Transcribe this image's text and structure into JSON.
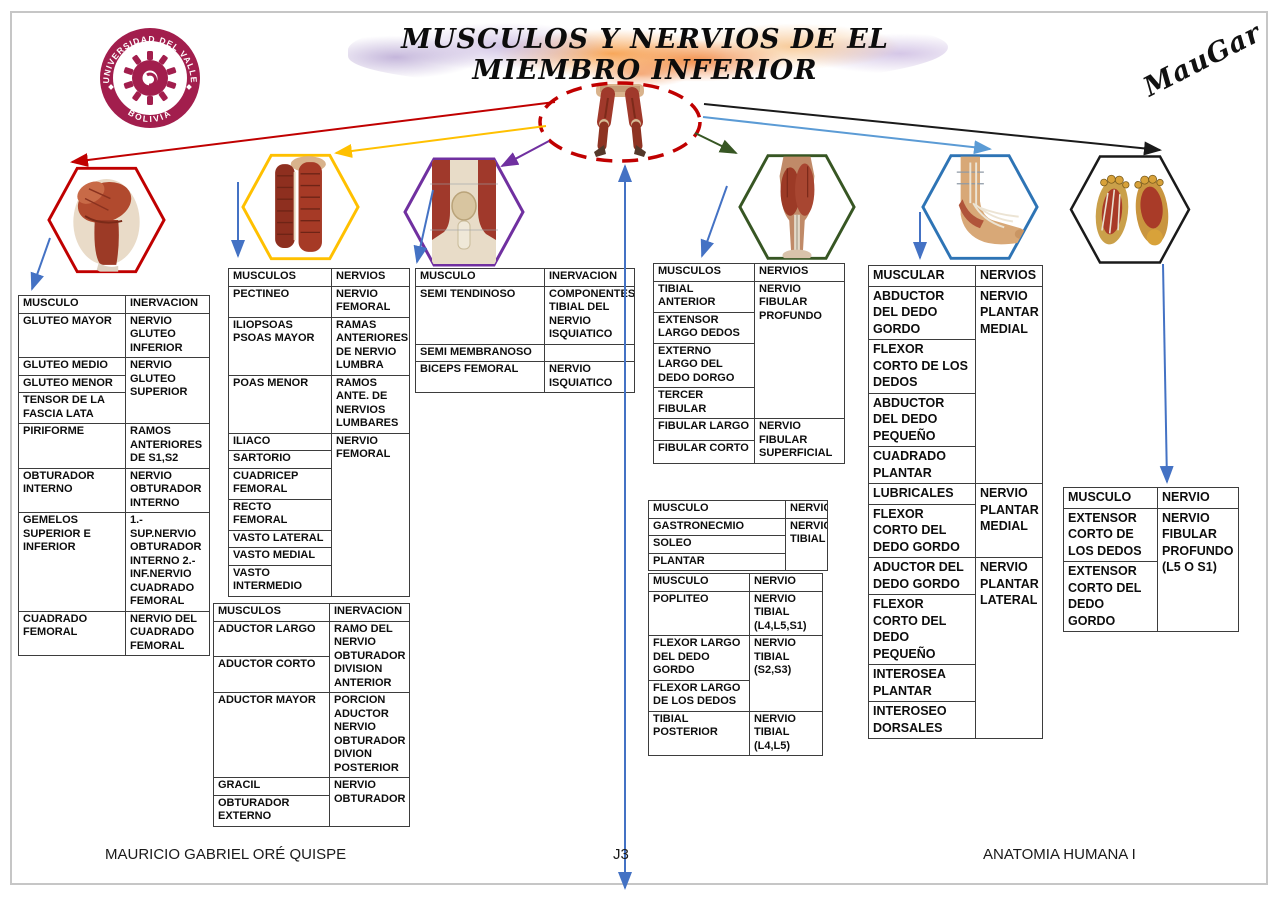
{
  "page": {
    "title": "MUSCULOS Y NERVIOS DE EL MIEMBRO INFERIOR",
    "signature": "MauGar",
    "footer": {
      "left": "MAURICIO GABRIEL ORÉ QUISPE",
      "center": "J3",
      "right": "ANATOMIA HUMANA I"
    }
  },
  "logo": {
    "top_text": "UNIVERSIDAD DEL VALLE",
    "bottom_text": "BOLIVIA",
    "color": "#a21e4d"
  },
  "colors": {
    "arrow_red": "#c00000",
    "arrow_gold": "#ffc000",
    "arrow_purple": "#7030a0",
    "arrow_green": "#375623",
    "arrow_skyblue": "#5b9bd5",
    "arrow_black": "#1a1a1a",
    "arrow_blue": "#4472c4",
    "ellipse_dashed_red": "#c00000",
    "table_border": "#3d3d3d"
  },
  "central_node": {
    "name": "lower-limb-muscles-overview"
  },
  "hexagons": [
    {
      "name": "gluteal-region-illustration",
      "border_color": "#c00000"
    },
    {
      "name": "anterior-thigh-illustration",
      "border_color": "#ffc000"
    },
    {
      "name": "knee-region-illustration",
      "border_color": "#7030a0"
    },
    {
      "name": "leg-calf-illustration",
      "border_color": "#375623"
    },
    {
      "name": "foot-lateral-illustration",
      "border_color": "#2e74b5"
    },
    {
      "name": "foot-soles-illustration",
      "border_color": "#1a1a1a"
    }
  ],
  "tables": {
    "gluteal": {
      "headers": [
        "MUSCULO",
        "INERVACION"
      ],
      "rows": [
        [
          {
            "t": "GLUTEO MAYOR"
          },
          {
            "t": "NERVIO GLUTEO INFERIOR"
          }
        ],
        [
          {
            "t": "GLUTEO MEDIO"
          },
          {
            "t": "NERVIO GLUTEO SUPERIOR",
            "rs": 3
          }
        ],
        [
          {
            "t": "GLUTEO MENOR"
          }
        ],
        [
          {
            "t": "TENSOR DE LA FASCIA LATA"
          }
        ],
        [
          {
            "t": "PIRIFORME"
          },
          {
            "t": "RAMOS ANTERIORES DE S1,S2"
          }
        ],
        [
          {
            "t": "OBTURADOR INTERNO"
          },
          {
            "t": "NERVIO OBTURADOR INTERNO"
          }
        ],
        [
          {
            "t": "GEMELOS SUPERIOR E INFERIOR"
          },
          {
            "t": "1.- SUP.NERVIO OBTURADOR INTERNO 2.-INF.NERVIO CUADRADO FEMORAL"
          }
        ],
        [
          {
            "t": "CUADRADO FEMORAL"
          },
          {
            "t": "NERVIO DEL CUADRADO FEMORAL"
          }
        ]
      ]
    },
    "thigh": {
      "headers": [
        "MUSCULOS",
        "NERVIOS"
      ],
      "rows": [
        [
          {
            "t": "PECTINEO"
          },
          {
            "t": "NERVIO FEMORAL"
          }
        ],
        [
          {
            "t": "ILIOPSOAS PSOAS MAYOR"
          },
          {
            "t": "RAMAS ANTERIORES DE NERVIO LUMBRA"
          }
        ],
        [
          {
            "t": "POAS MENOR"
          },
          {
            "t": "RAMOS ANTE. DE NERVIOS LUMBARES"
          }
        ],
        [
          {
            "t": "ILIACO"
          },
          {
            "t": "NERVIO FEMORAL",
            "rs": 7
          }
        ],
        [
          {
            "t": "SARTORIO"
          }
        ],
        [
          {
            "t": "CUADRICEP FEMORAL"
          }
        ],
        [
          {
            "t": "RECTO FEMORAL"
          }
        ],
        [
          {
            "t": "VASTO LATERAL"
          }
        ],
        [
          {
            "t": "VASTO MEDIAL"
          }
        ],
        [
          {
            "t": "VASTO INTERMEDIO"
          }
        ]
      ]
    },
    "adductors": {
      "headers": [
        "MUSCULOS",
        "INERVACION"
      ],
      "rows": [
        [
          {
            "t": "ADUCTOR LARGO"
          },
          {
            "t": "RAMO DEL NERVIO OBTURADOR DIVISION ANTERIOR",
            "rs": 2
          }
        ],
        [
          {
            "t": "ADUCTOR CORTO"
          }
        ],
        [
          {
            "t": "ADUCTOR MAYOR"
          },
          {
            "t": "PORCION ADUCTOR NERVIO OBTURADOR DIVION POSTERIOR"
          }
        ],
        [
          {
            "t": "GRACIL"
          },
          {
            "t": "NERVIO OBTURADOR",
            "rs": 2
          }
        ],
        [
          {
            "t": "OBTURADOR EXTERNO"
          }
        ]
      ]
    },
    "knee": {
      "headers": [
        "MUSCULO",
        "INERVACION"
      ],
      "rows": [
        [
          {
            "t": "SEMI TENDINOSO"
          },
          {
            "t": "COMPONENTES TIBIAL DEL NERVIO ISQUIATICO"
          }
        ],
        [
          {
            "t": "SEMI MEMBRANOSO"
          },
          {
            "t": ""
          }
        ],
        [
          {
            "t": "BICEPS FEMORAL"
          },
          {
            "t": "NERVIO ISQUIATICO"
          }
        ]
      ]
    },
    "leg": {
      "headers": [
        "MUSCULOS",
        "NERVIOS"
      ],
      "rows": [
        [
          {
            "t": "TIBIAL ANTERIOR"
          },
          {
            "t": "NERVIO FIBULAR PROFUNDO",
            "rs": 4
          }
        ],
        [
          {
            "t": "EXTENSOR LARGO DEDOS"
          }
        ],
        [
          {
            "t": "EXTERNO LARGO DEL DEDO DORGO"
          }
        ],
        [
          {
            "t": "TERCER FIBULAR"
          }
        ],
        [
          {
            "t": "FIBULAR LARGO"
          },
          {
            "t": "NERVIO FIBULAR SUPERFICIAL",
            "rs": 2
          }
        ],
        [
          {
            "t": "FIBULAR CORTO"
          }
        ]
      ]
    },
    "calf": {
      "headers": [
        "MUSCULO",
        "NERVIO"
      ],
      "rows": [
        [
          {
            "t": "GASTRONECMIO"
          },
          {
            "t": "NERVIO TIBIAL",
            "rs": 3
          }
        ],
        [
          {
            "t": "SOLEO"
          }
        ],
        [
          {
            "t": "PLANTAR"
          }
        ]
      ]
    },
    "deep_leg": {
      "headers": [
        "MUSCULO",
        "NERVIO"
      ],
      "rows": [
        [
          {
            "t": "POPLITEO"
          },
          {
            "t": "NERVIO TIBIAL (L4,L5,S1)"
          }
        ],
        [
          {
            "t": "FLEXOR LARGO DEL DEDO GORDO"
          },
          {
            "t": "NERVIO TIBIAL (S2,S3)",
            "rs": 2
          }
        ],
        [
          {
            "t": "FLEXOR LARGO DE LOS DEDOS"
          }
        ],
        [
          {
            "t": "TIBIAL POSTERIOR"
          },
          {
            "t": "NERVIO TIBIAL (L4,L5)"
          }
        ]
      ]
    },
    "foot_plantar": {
      "headers": [
        "MUSCULAR",
        "NERVIOS"
      ],
      "rows": [
        [
          {
            "t": "ABDUCTOR DEL DEDO GORDO"
          },
          {
            "t": "NERVIO PLANTAR MEDIAL",
            "rs": 4
          }
        ],
        [
          {
            "t": "FLEXOR CORTO DE LOS DEDOS"
          }
        ],
        [
          {
            "t": "ABDUCTOR DEL DEDO PEQUEÑO"
          }
        ],
        [
          {
            "t": "CUADRADO PLANTAR"
          }
        ],
        [
          {
            "t": "LUBRICALES"
          },
          {
            "t": "NERVIO PLANTAR MEDIAL",
            "rs": 2
          }
        ],
        [
          {
            "t": "FLEXOR CORTO DEL DEDO GORDO"
          }
        ],
        [
          {
            "t": "ADUCTOR DEL DEDO GORDO"
          },
          {
            "t": "NERVIO PLANTAR LATERAL",
            "rs": 4
          }
        ],
        [
          {
            "t": "FLEXOR CORTO DEL DEDO PEQUEÑO"
          }
        ],
        [
          {
            "t": "INTEROSEA PLANTAR"
          }
        ],
        [
          {
            "t": "INTEROSEO DORSALES"
          }
        ]
      ]
    },
    "foot_dorsal": {
      "headers": [
        "MUSCULO",
        "NERVIO"
      ],
      "rows": [
        [
          {
            "t": "EXTENSOR CORTO DE LOS DEDOS"
          },
          {
            "t": "NERVIO FIBULAR PROFUNDO (L5 O S1)",
            "rs": 2
          }
        ],
        [
          {
            "t": "EXTENSOR CORTO DEL DEDO GORDO"
          }
        ]
      ]
    }
  }
}
